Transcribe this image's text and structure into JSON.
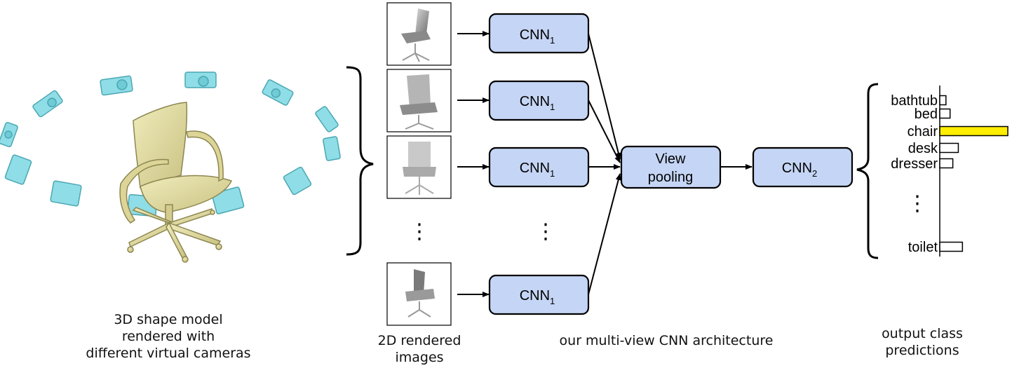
{
  "captions": {
    "shape_model": [
      "3D shape model",
      "rendered with",
      "different virtual cameras"
    ],
    "rendered_images": [
      "2D rendered",
      "images"
    ],
    "architecture": "our multi-view CNN architecture",
    "predictions": [
      "output class",
      "predictions"
    ]
  },
  "network": {
    "cnn1": {
      "label": "CNN",
      "subscript": "1"
    },
    "view_pooling": [
      "View",
      "pooling"
    ],
    "cnn2": {
      "label": "CNN",
      "subscript": "2"
    },
    "ellipsis": "⋮"
  },
  "chart_data": {
    "type": "bar",
    "orientation": "horizontal",
    "categories": [
      "bathtub",
      "bed",
      "chair",
      "desk",
      "dresser",
      "toilet"
    ],
    "values": [
      0.09,
      0.15,
      0.99,
      0.27,
      0.19,
      0.33
    ],
    "xlim": [
      0,
      1
    ],
    "gap_label": "⋮",
    "highlight": "chair",
    "highlight_color": "#ffee00"
  },
  "colors": {
    "cnn_box_fill": "#c5d5f5",
    "camera_fill": "#8fe0e8",
    "chair_fill": "#e6e1a4"
  }
}
